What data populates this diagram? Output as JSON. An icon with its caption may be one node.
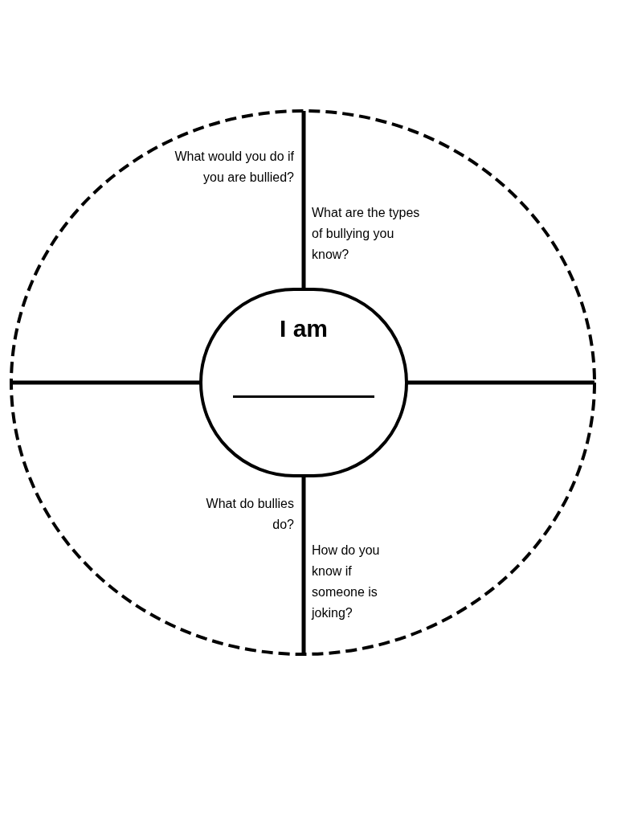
{
  "diagram": {
    "nodes": [
      {
        "text": [],
        "shape": "circle"
      },
      {
        "text": [
          "I am"
        ],
        "in": 0
      }
    ],
    "labels": [
      "What would you do if you are bullied?",
      "What are the types of bullying you know?",
      "What do bullies do?",
      "How do you know if someone is joking?"
    ]
  }
}
